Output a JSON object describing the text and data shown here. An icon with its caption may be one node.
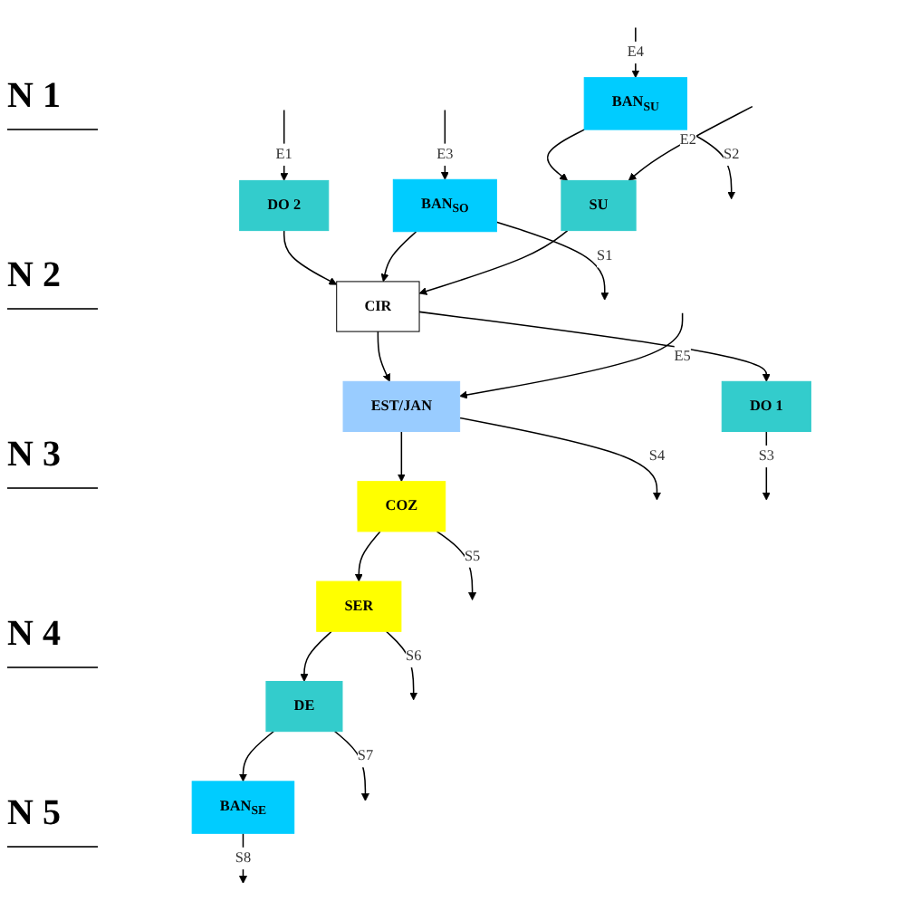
{
  "diagram": {
    "nodes": [
      {
        "text": [
          "BAN$_{SU}$"
        ]
      },
      {
        "text": [
          "DO 2"
        ]
      },
      {
        "text": [
          "BAN$_{SO}$"
        ]
      },
      {
        "text": [
          "SU"
        ]
      },
      {
        "text": [
          "CIR"
        ]
      },
      {
        "text": [
          "EST/JAN"
        ]
      },
      {
        "text": [
          "DO 1"
        ]
      },
      {
        "text": [
          "COZ"
        ]
      },
      {
        "text": [
          "SER"
        ]
      },
      {
        "text": [
          "DE"
        ]
      },
      {
        "text": [
          "BAN$_{SE}$"
        ]
      }
    ],
    "edges": [
      {
        "from": null,
        "to": 0,
        "arrow": "to",
        "label": "E4"
      },
      {
        "from": 0,
        "to": null,
        "arrow": "to",
        "label": "S2"
      },
      {
        "from": null,
        "to": 1,
        "arrow": "to",
        "label": "E1"
      },
      {
        "from": null,
        "to": 2,
        "arrow": "to",
        "label": "E3"
      },
      {
        "from": 2,
        "to": null,
        "arrow": "to",
        "label": "S1"
      },
      {
        "from": 0,
        "to": 3,
        "arrow": "to"
      },
      {
        "from": null,
        "to": 3,
        "arrow": "to",
        "label": "E2"
      },
      {
        "from": 1,
        "to": 4,
        "arrow": "to"
      },
      {
        "from": 2,
        "to": 4,
        "arrow": "to"
      },
      {
        "from": 3,
        "to": 4,
        "arrow": "to"
      },
      {
        "from": 4,
        "to": 5,
        "arrow": "to"
      },
      {
        "from": null,
        "to": 5,
        "arrow": "to",
        "label": "E5"
      },
      {
        "from": 5,
        "to": null,
        "arrow": "to",
        "label": "S4"
      },
      {
        "from": 4,
        "to": 6,
        "arrow": "to"
      },
      {
        "from": 5,
        "to": 7,
        "arrow": "to"
      },
      {
        "from": 6,
        "to": null,
        "arrow": "to",
        "label": "S3"
      },
      {
        "from": 7,
        "to": null,
        "arrow": "to",
        "label": "S5"
      },
      {
        "from": 7,
        "to": 8,
        "arrow": "to"
      },
      {
        "from": 8,
        "to": null,
        "arrow": "to",
        "label": "S6"
      },
      {
        "from": 8,
        "to": 9,
        "arrow": "to"
      },
      {
        "from": 9,
        "to": null,
        "arrow": "to",
        "label": "S7"
      },
      {
        "from": 9,
        "to": 10,
        "arrow": "to"
      },
      {
        "from": 10,
        "to": null,
        "arrow": "to",
        "label": "S8"
      }
    ],
    "labels": [
      "N 1",
      "N 2",
      "N 3",
      "N 4",
      "N 5"
    ]
  }
}
